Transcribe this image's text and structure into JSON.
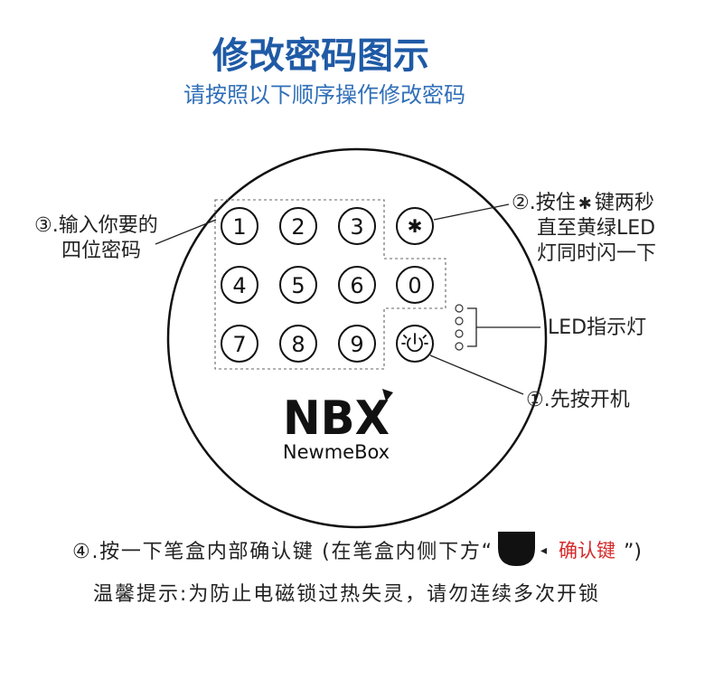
{
  "title": "修改密码图示",
  "subtitle": "请按照以下顺序操作修改密码",
  "keypad": {
    "keys": [
      "1",
      "2",
      "3",
      "✱",
      "4",
      "5",
      "6",
      "0",
      "7",
      "8",
      "9"
    ],
    "power_icon": "power-icon"
  },
  "steps": {
    "step1": {
      "label": "①.先按开机"
    },
    "step2": {
      "line1_prefix": "②.按住",
      "line1_symbol": "✱",
      "line1_suffix": "键两秒",
      "line2": "直至黄绿LED",
      "line3": "灯同时闪一下"
    },
    "step3": {
      "line1": "③.输入你要的",
      "line2": "四位密码"
    },
    "step4": {
      "text_before": "④.按一下笔盒内部确认键 (在笔盒内侧下方“",
      "button_icon": "confirm-button-icon",
      "arrow": "◂",
      "confirm_label": "确认键",
      "text_after": "”)"
    }
  },
  "led": {
    "label": "LED指示灯"
  },
  "logo": {
    "mark": "NBX",
    "brand": "NewmeBox"
  },
  "tip": "温馨提示:为防止电磁锁过热失灵，请勿连续多次开锁",
  "colors": {
    "title": "#1f5aa6",
    "subtitle": "#2f6fb8",
    "text": "#222222",
    "confirm": "#d62a2a",
    "outline": "#111111"
  }
}
